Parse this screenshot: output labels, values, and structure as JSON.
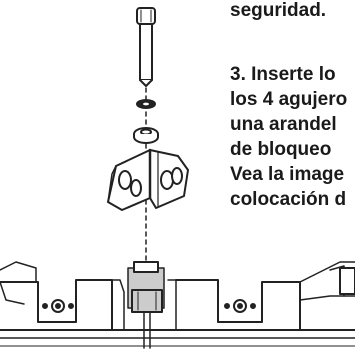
{
  "instructions": {
    "prev_line": "seguridad.",
    "step3_lines": [
      "3. Inserte lo",
      "los 4 agujero",
      "una arandel",
      "de bloqueo",
      "Vea la image",
      "colocación d"
    ]
  },
  "colors": {
    "text": "#1a1a1a",
    "line_art": "#222222",
    "hardware_fill": "#cccccc"
  },
  "icons": [
    "bolt-icon",
    "lock-washer-icon",
    "flat-washer-icon",
    "hinge-icon",
    "rail-bracket-icon"
  ]
}
